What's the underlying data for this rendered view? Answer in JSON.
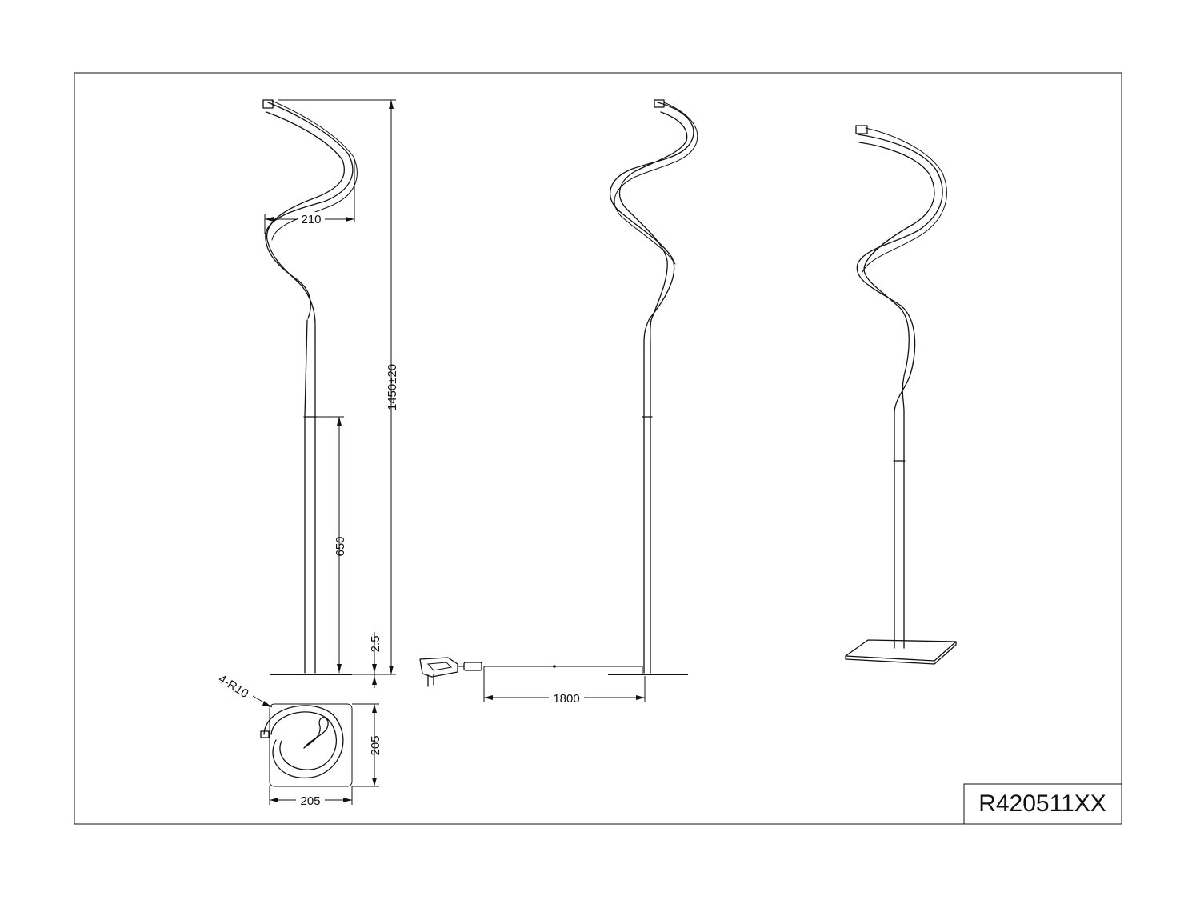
{
  "drawing": {
    "product_code": "R420511XX",
    "dimensions": {
      "height": "1450±20",
      "spiral_width": "210",
      "lower_tube": "650",
      "base_thickness": "2.5",
      "base_corner_radius": "4-R10",
      "base_depth": "205",
      "base_width": "205",
      "cable_length": "1800"
    }
  }
}
